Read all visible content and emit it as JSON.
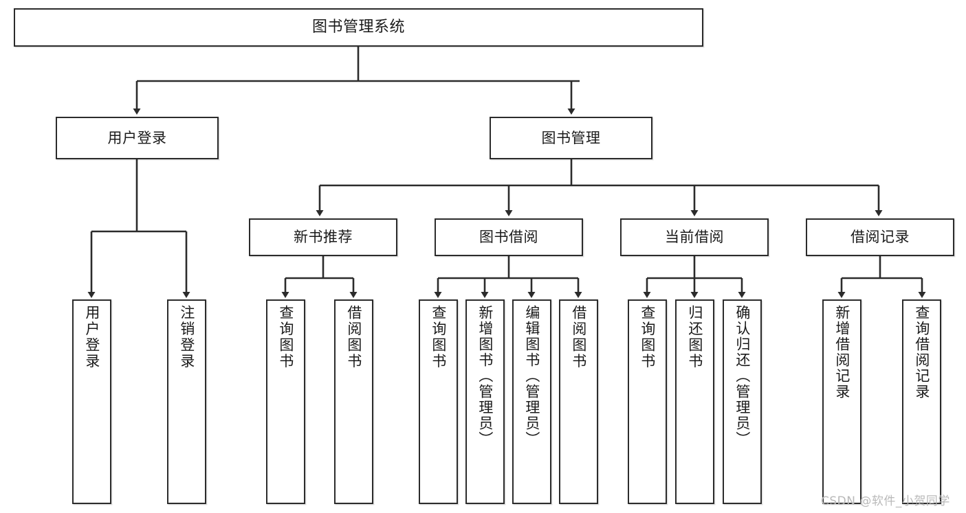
{
  "diagram": {
    "type": "hierarchy-tree",
    "title": "图书管理系统",
    "watermark": "CSDN @软件_小贺同学",
    "colors": {
      "border": "#2b2b2b",
      "background": "#ffffff",
      "text": "#1a1a1a",
      "connector": "#2b2b2b",
      "watermark": "#b9b9b9"
    },
    "nodes": {
      "root": {
        "label": "图书管理系统"
      },
      "level1": [
        {
          "label": "用户登录"
        },
        {
          "label": "图书管理"
        }
      ],
      "level2": [
        {
          "label": "新书推荐"
        },
        {
          "label": "图书借阅"
        },
        {
          "label": "当前借阅"
        },
        {
          "label": "借阅记录"
        }
      ],
      "leaves": {
        "user_login": [
          {
            "label": "用户登录"
          },
          {
            "label": "注销登录"
          }
        ],
        "new_book_recommend": [
          {
            "label": "查询图书"
          },
          {
            "label": "借阅图书"
          }
        ],
        "book_borrow": [
          {
            "label": "查询图书"
          },
          {
            "label": "新增图书（管理员）"
          },
          {
            "label": "编辑图书（管理员）"
          },
          {
            "label": "借阅图书"
          }
        ],
        "current_borrow": [
          {
            "label": "查询图书"
          },
          {
            "label": "归还图书"
          },
          {
            "label": "确认归还（管理员）"
          }
        ],
        "borrow_record": [
          {
            "label": "新增借阅记录"
          },
          {
            "label": "查询借阅记录"
          }
        ]
      }
    }
  }
}
